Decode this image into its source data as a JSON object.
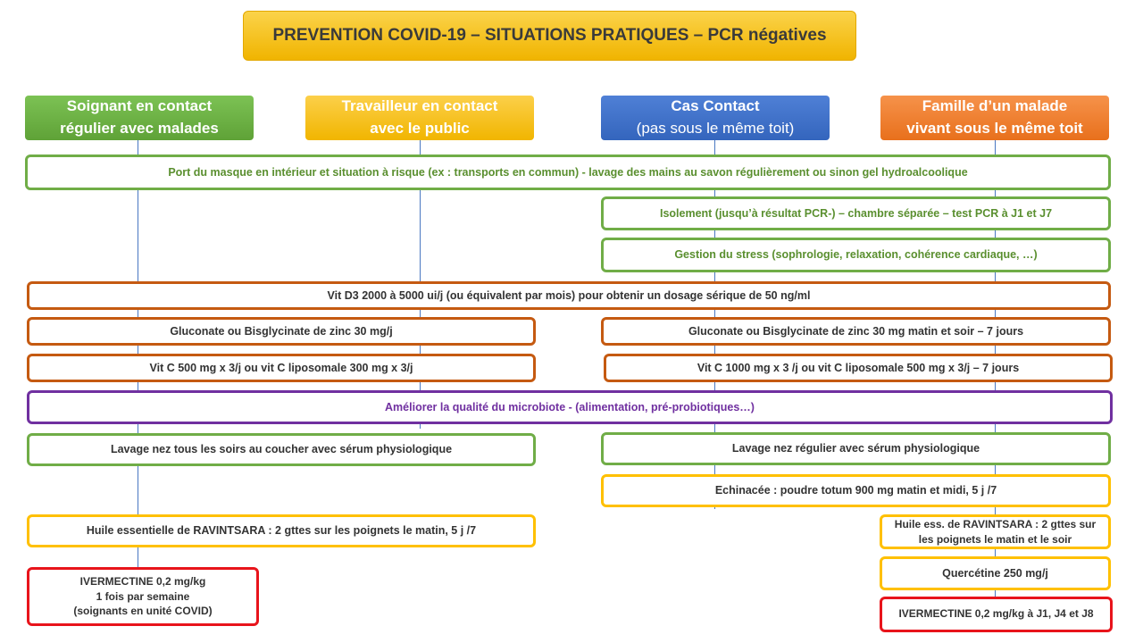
{
  "title": "PREVENTION COVID-19 – SITUATIONS PRATIQUES – PCR négatives",
  "headers": [
    {
      "line1": "Soignant en contact",
      "line2": "régulier avec malades"
    },
    {
      "line1": "Travailleur en contact",
      "line2": "avec le public"
    },
    {
      "line1": "Cas Contact",
      "line2": "(pas sous le même toit)"
    },
    {
      "line1": "Famille d’un malade",
      "line2": "vivant sous le même toit"
    }
  ],
  "rows": {
    "masque": "Port du masque en intérieur et situation à risque (ex : transports en commun) - lavage des mains au savon régulièrement ou sinon gel hydroalcoolique",
    "isolement": "Isolement (jusqu’à résultat PCR-) – chambre séparée – test PCR à J1 et J7",
    "stress": "Gestion du stress (sophrologie, relaxation, cohérence cardiaque, …)",
    "vitd3": "Vit D3 2000 à 5000 ui/j (ou équivalent par mois) pour obtenir un dosage sérique de 50 ng/ml",
    "zinc_left": "Gluconate ou Bisglycinate de zinc 30 mg/j",
    "zinc_right": "Gluconate ou Bisglycinate de zinc 30 mg matin et soir – 7 jours",
    "vitc_left": "Vit C 500 mg x 3/j ou vit C liposomale 300 mg x 3/j",
    "vitc_right": "Vit C 1000 mg x 3 /j ou vit C liposomale 500 mg x 3/j – 7 jours",
    "microbiote": "Améliorer la qualité du microbiote - (alimentation, pré-probiotiques…)",
    "nez_left": "Lavage nez tous les soirs au coucher avec sérum physiologique",
    "nez_right": "Lavage nez régulier avec sérum physiologique",
    "echinacee": "Echinacée : poudre totum 900 mg matin et midi, 5 j /7",
    "ravintsara_left": "Huile essentielle de RAVINTSARA : 2 gttes sur les poignets le matin, 5 j /7",
    "ravintsara_right_line1": "Huile ess. de RAVINTSARA : 2 gttes sur",
    "ravintsara_right_line2": "les poignets le matin et le soir",
    "quercetine": "Quercétine 250 mg/j",
    "ivermectine_left_line1": "IVERMECTINE 0,2 mg/kg",
    "ivermectine_left_line2": "1 fois par semaine",
    "ivermectine_left_line3": "(soignants en unité COVID)",
    "ivermectine_right": "IVERMECTINE 0,2 mg/kg à J1, J4 et J8"
  }
}
